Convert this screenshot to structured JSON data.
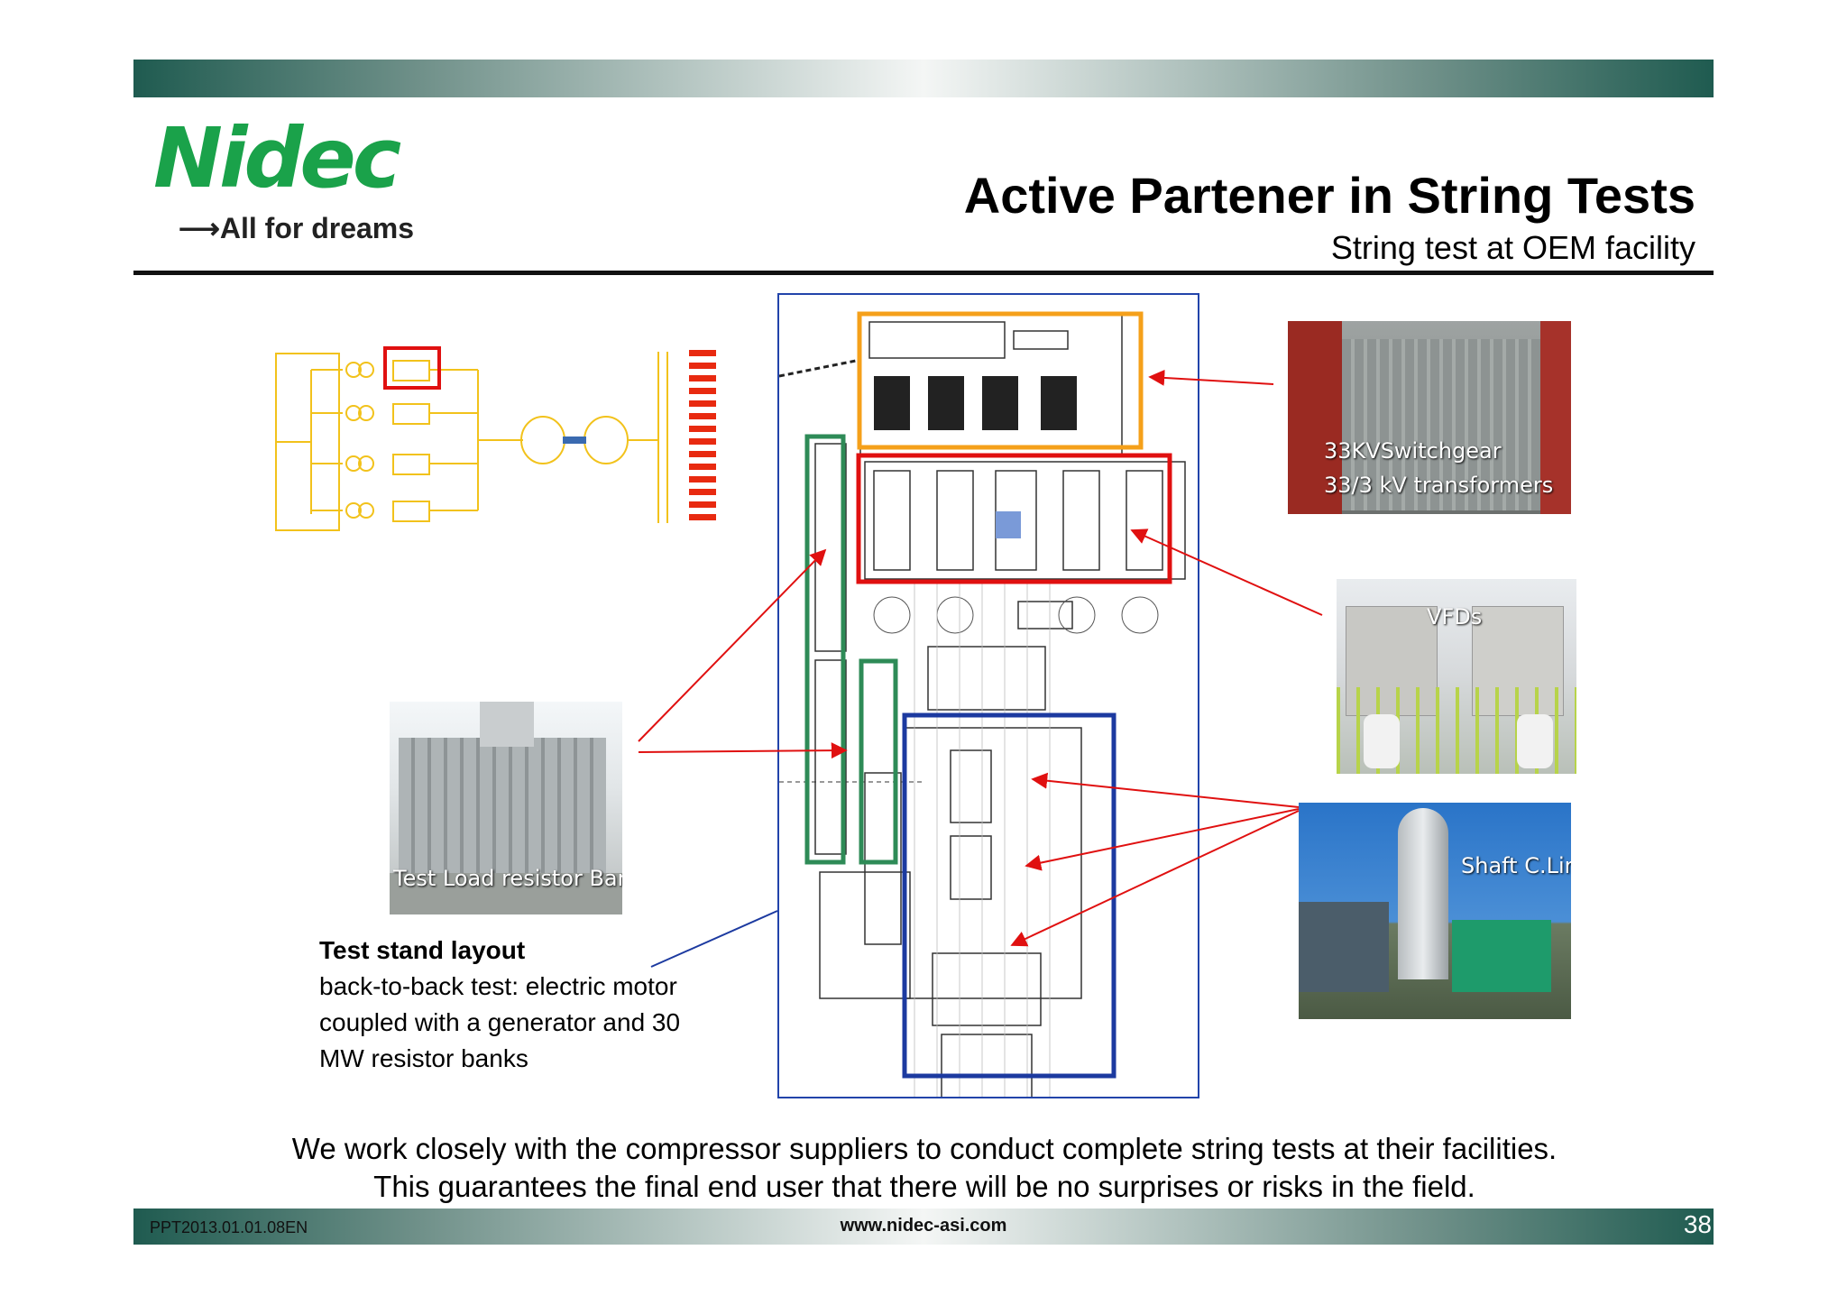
{
  "brand": {
    "logo_text": "Nidec",
    "tagline": "All for dreams"
  },
  "header": {
    "title": "Active Partener in String Tests",
    "subtitle": "String test at OEM facility"
  },
  "photos": {
    "switchgear_label_1": "33KVSwitchgear",
    "switchgear_label_2": "33/3 kV transformers",
    "vfds_label": "VFDs",
    "shaft_label": "Shaft C.Line",
    "resistor_label": "Test Load resistor Banks"
  },
  "caption": {
    "heading": "Test stand layout",
    "body": "back-to-back test: electric motor coupled with a generator and 30 MW resistor banks"
  },
  "message": {
    "line1": "We work closely with the compressor suppliers to conduct complete string tests at their facilities.",
    "line2": "This guarantees the final end user that there will be no surprises or risks in the field."
  },
  "footer": {
    "doc_code": "PPT2013.01.01.08EN",
    "url": "www.nidec-asi.com",
    "page": "38"
  },
  "colors": {
    "brand_green": "#1aa24a",
    "schematic_yellow": "#f2c21b",
    "highlight_orange": "#f5a01a",
    "highlight_red": "#e01010",
    "highlight_green": "#2e8b57",
    "highlight_blue": "#1c3aa0",
    "arrow_red": "#e01010"
  }
}
